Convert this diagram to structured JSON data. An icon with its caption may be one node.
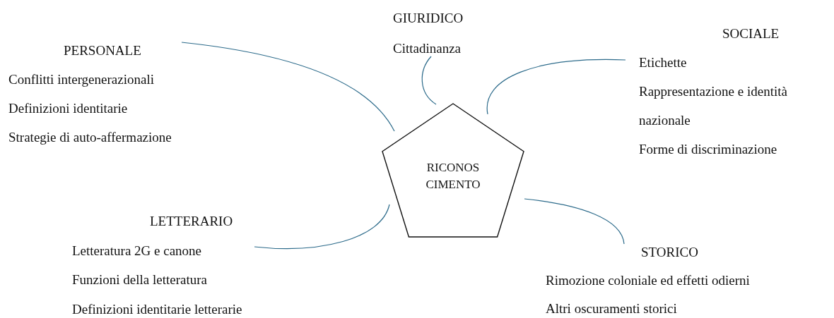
{
  "diagram": {
    "nodes": [
      {
        "text": [
          "RICONOS CIMENTO"
        ]
      },
      {
        "text": [
          "GIURIDICO",
          "Cittadinanza"
        ]
      },
      {
        "text": [
          "PERSONALE",
          "Conflitti intergenerazionali",
          "Definizioni identitarie",
          "Strategie di auto-affermazione"
        ]
      },
      {
        "text": [
          "SOCIALE",
          "Etichette",
          "Rappresentazione e identità nazionale",
          "Forme di discriminazione"
        ]
      },
      {
        "text": [
          "LETTERARIO",
          "Letteratura 2G e canone",
          "Funzioni della letteratura",
          "Definizioni identitarie letterarie"
        ]
      },
      {
        "text": [
          "STORICO",
          "Rimozione coloniale ed effetti odierni",
          "Altri oscuramenti storici"
        ]
      }
    ],
    "edges": [
      {
        "from": 0,
        "to": 1,
        "arrow": "none"
      },
      {
        "from": 0,
        "to": 2,
        "arrow": "none"
      },
      {
        "from": 0,
        "to": 3,
        "arrow": "none"
      },
      {
        "from": 0,
        "to": 4,
        "arrow": "none"
      },
      {
        "from": 0,
        "to": 5,
        "arrow": "none"
      }
    ]
  }
}
